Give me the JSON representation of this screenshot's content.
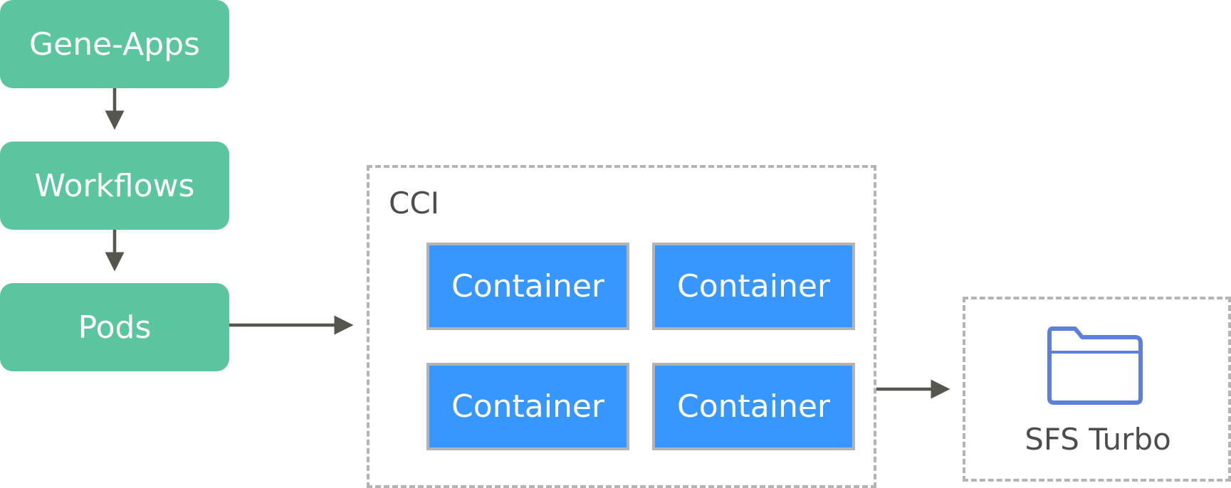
{
  "nodes": {
    "gene_apps": "Gene-Apps",
    "workflows": "Workflows",
    "pods": "Pods"
  },
  "cci": {
    "label": "CCI",
    "containers": [
      "Container",
      "Container",
      "Container",
      "Container"
    ]
  },
  "storage": {
    "label": "SFS Turbo",
    "icon": "folder-icon"
  },
  "colors": {
    "node_fill": "#5bc5a0",
    "container_fill": "#3797ff",
    "container_border": "#b3b3b3",
    "frame_dash": "#b4b4b4",
    "arrow": "#55574f",
    "folder_icon": "#5b7fdb",
    "label_text": "#4d4d4d"
  }
}
